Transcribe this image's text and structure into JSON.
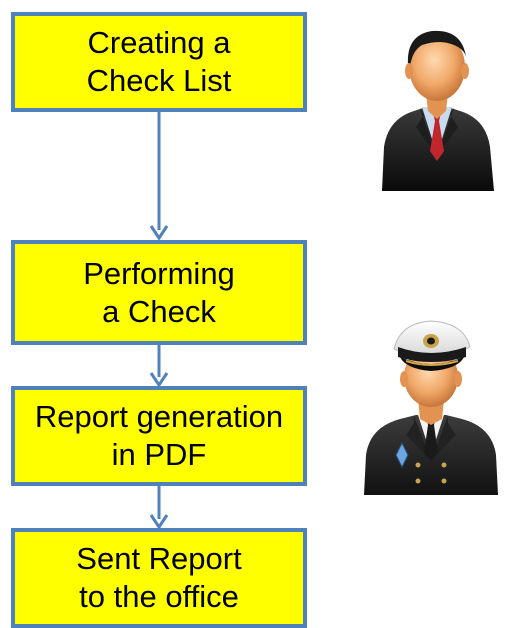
{
  "flowchart": {
    "steps": [
      {
        "line1": "Creating a",
        "line2": "Check List"
      },
      {
        "line1": "Performing",
        "line2": "a Check"
      },
      {
        "line1": "Report generation",
        "line2": "in PDF"
      },
      {
        "line1": "Sent Report",
        "line2": "to the office"
      }
    ]
  },
  "colors": {
    "box_fill": "#ffff00",
    "box_border": "#4f81bd",
    "arrow": "#4f81bd"
  },
  "icons": {
    "manager": "businessman-avatar-icon",
    "officer": "ship-captain-avatar-icon"
  }
}
